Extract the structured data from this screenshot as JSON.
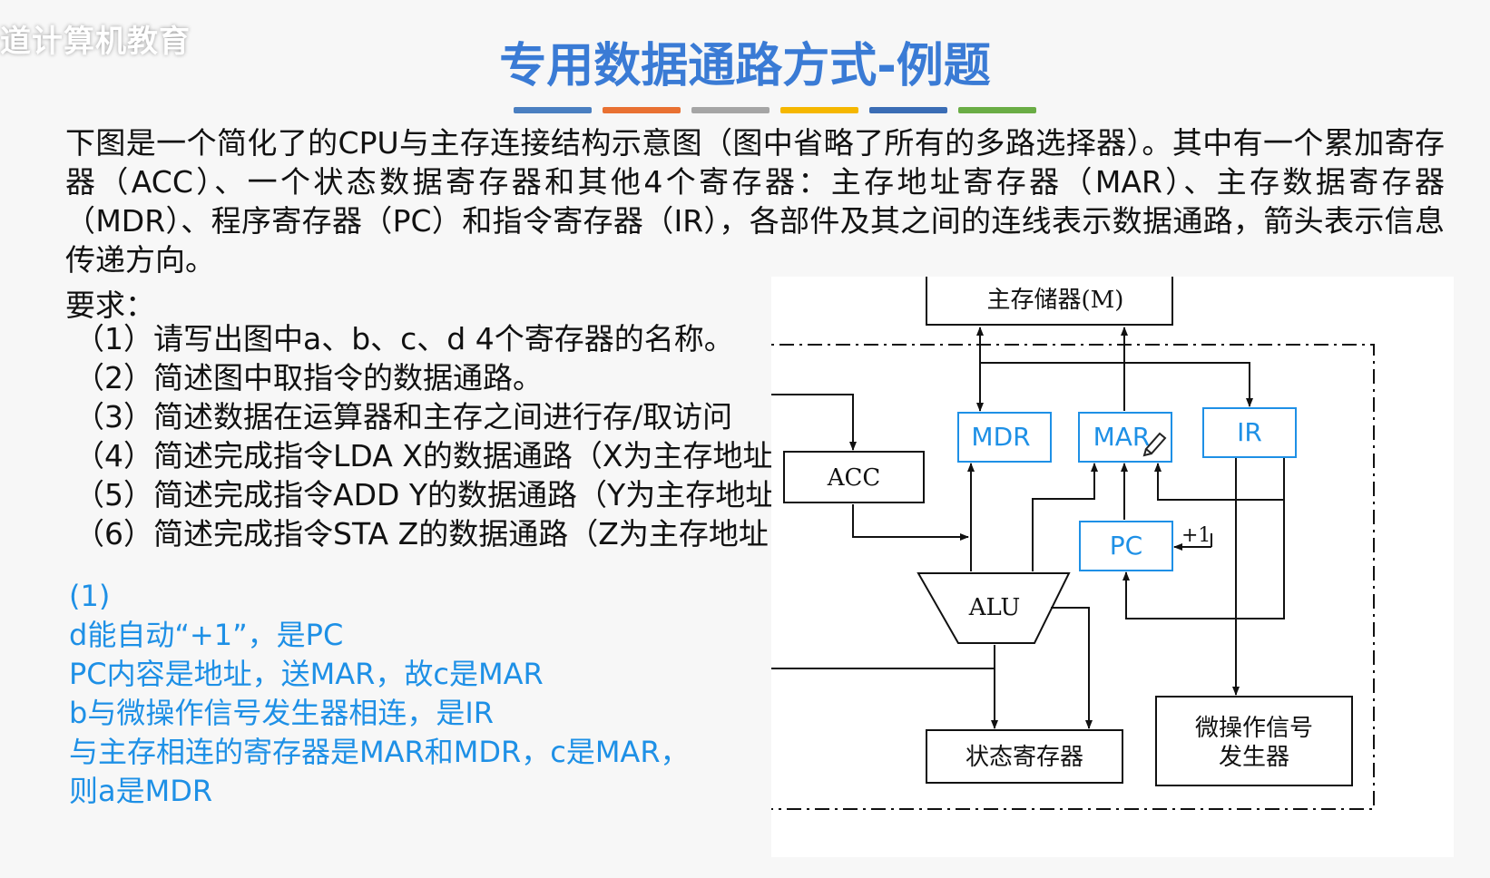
{
  "watermark": "道计算机教育",
  "title": "专用数据通路方式-例题",
  "title_bar_colors": [
    "#4a7fc1",
    "#e97132",
    "#a5a5a5",
    "#f5b700",
    "#3b6db5",
    "#6aad45"
  ],
  "intro": "下图是一个简化了的CPU与主存连接结构示意图（图中省略了所有的多路选择器）。其中有一个累加寄存器（ACC）、一个状态数据寄存器和其他4个寄存器：主存地址寄存器（MAR）、主存数据寄存器（MDR）、程序寄存器（PC）和指令寄存器（IR），各部件及其之间的连线表示数据通路，箭头表示信息传递方向。",
  "requirements_heading": "要求：",
  "requirements": [
    "（1）请写出图中a、b、c、d 4个寄存器的名称。",
    "（2）简述图中取指令的数据通路。",
    "（3）简述数据在运算器和主存之间进行存/取访问",
    "（4）简述完成指令LDA X的数据通路（X为主存地址",
    "（5）简述完成指令ADD Y的数据通路（Y为主存地址",
    "（6）简述完成指令STA Z的数据通路（Z为主存地址"
  ],
  "answer": {
    "heading": "(1)",
    "lines": [
      "d能自动“+1”，是PC",
      "PC内容是地址，送MAR，故c是MAR",
      "b与微操作信号发生器相连，是IR",
      "与主存相连的寄存器是MAR和MDR，c是MAR，",
      "则a是MDR"
    ],
    "color": "#1e90e6"
  },
  "diagram": {
    "memory": "主存储器(M)",
    "mdr": "MDR",
    "mar": "MAR",
    "ir": "IR",
    "acc": "ACC",
    "pc": "PC",
    "pc_increment": "+1",
    "alu": "ALU",
    "status_register": "状态寄存器",
    "micro_op_generator_line1": "微操作信号",
    "micro_op_generator_line2": "发生器",
    "label_color": "#1e90e6"
  },
  "icons": [
    "pencil-icon"
  ]
}
